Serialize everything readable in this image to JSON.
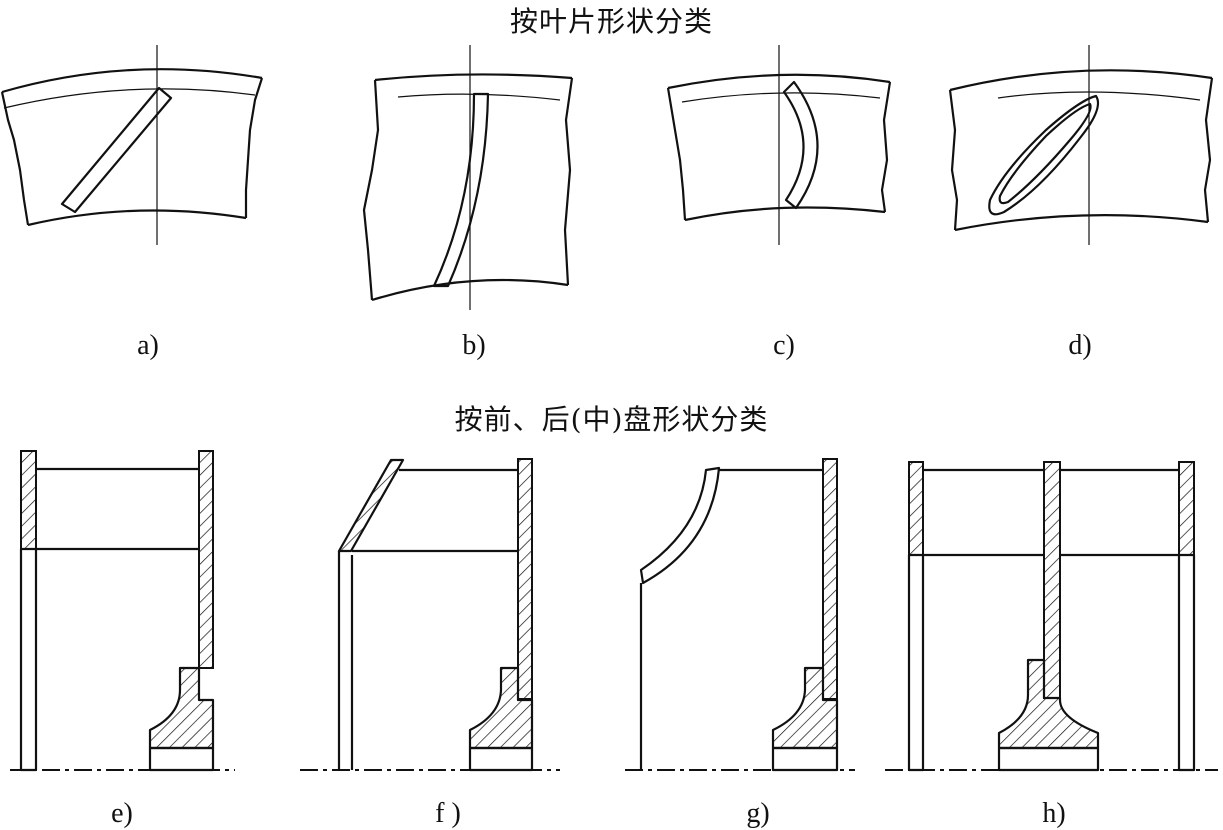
{
  "headings": {
    "by_blade_shape": "按叶片形状分类",
    "by_disc_shape": "按前、后(中)盘形状分类"
  },
  "labels": {
    "a": "a)",
    "b": "b)",
    "c": "c)",
    "d": "d)",
    "e": "e)",
    "f": "f )",
    "g": "g)",
    "h": "h)"
  }
}
